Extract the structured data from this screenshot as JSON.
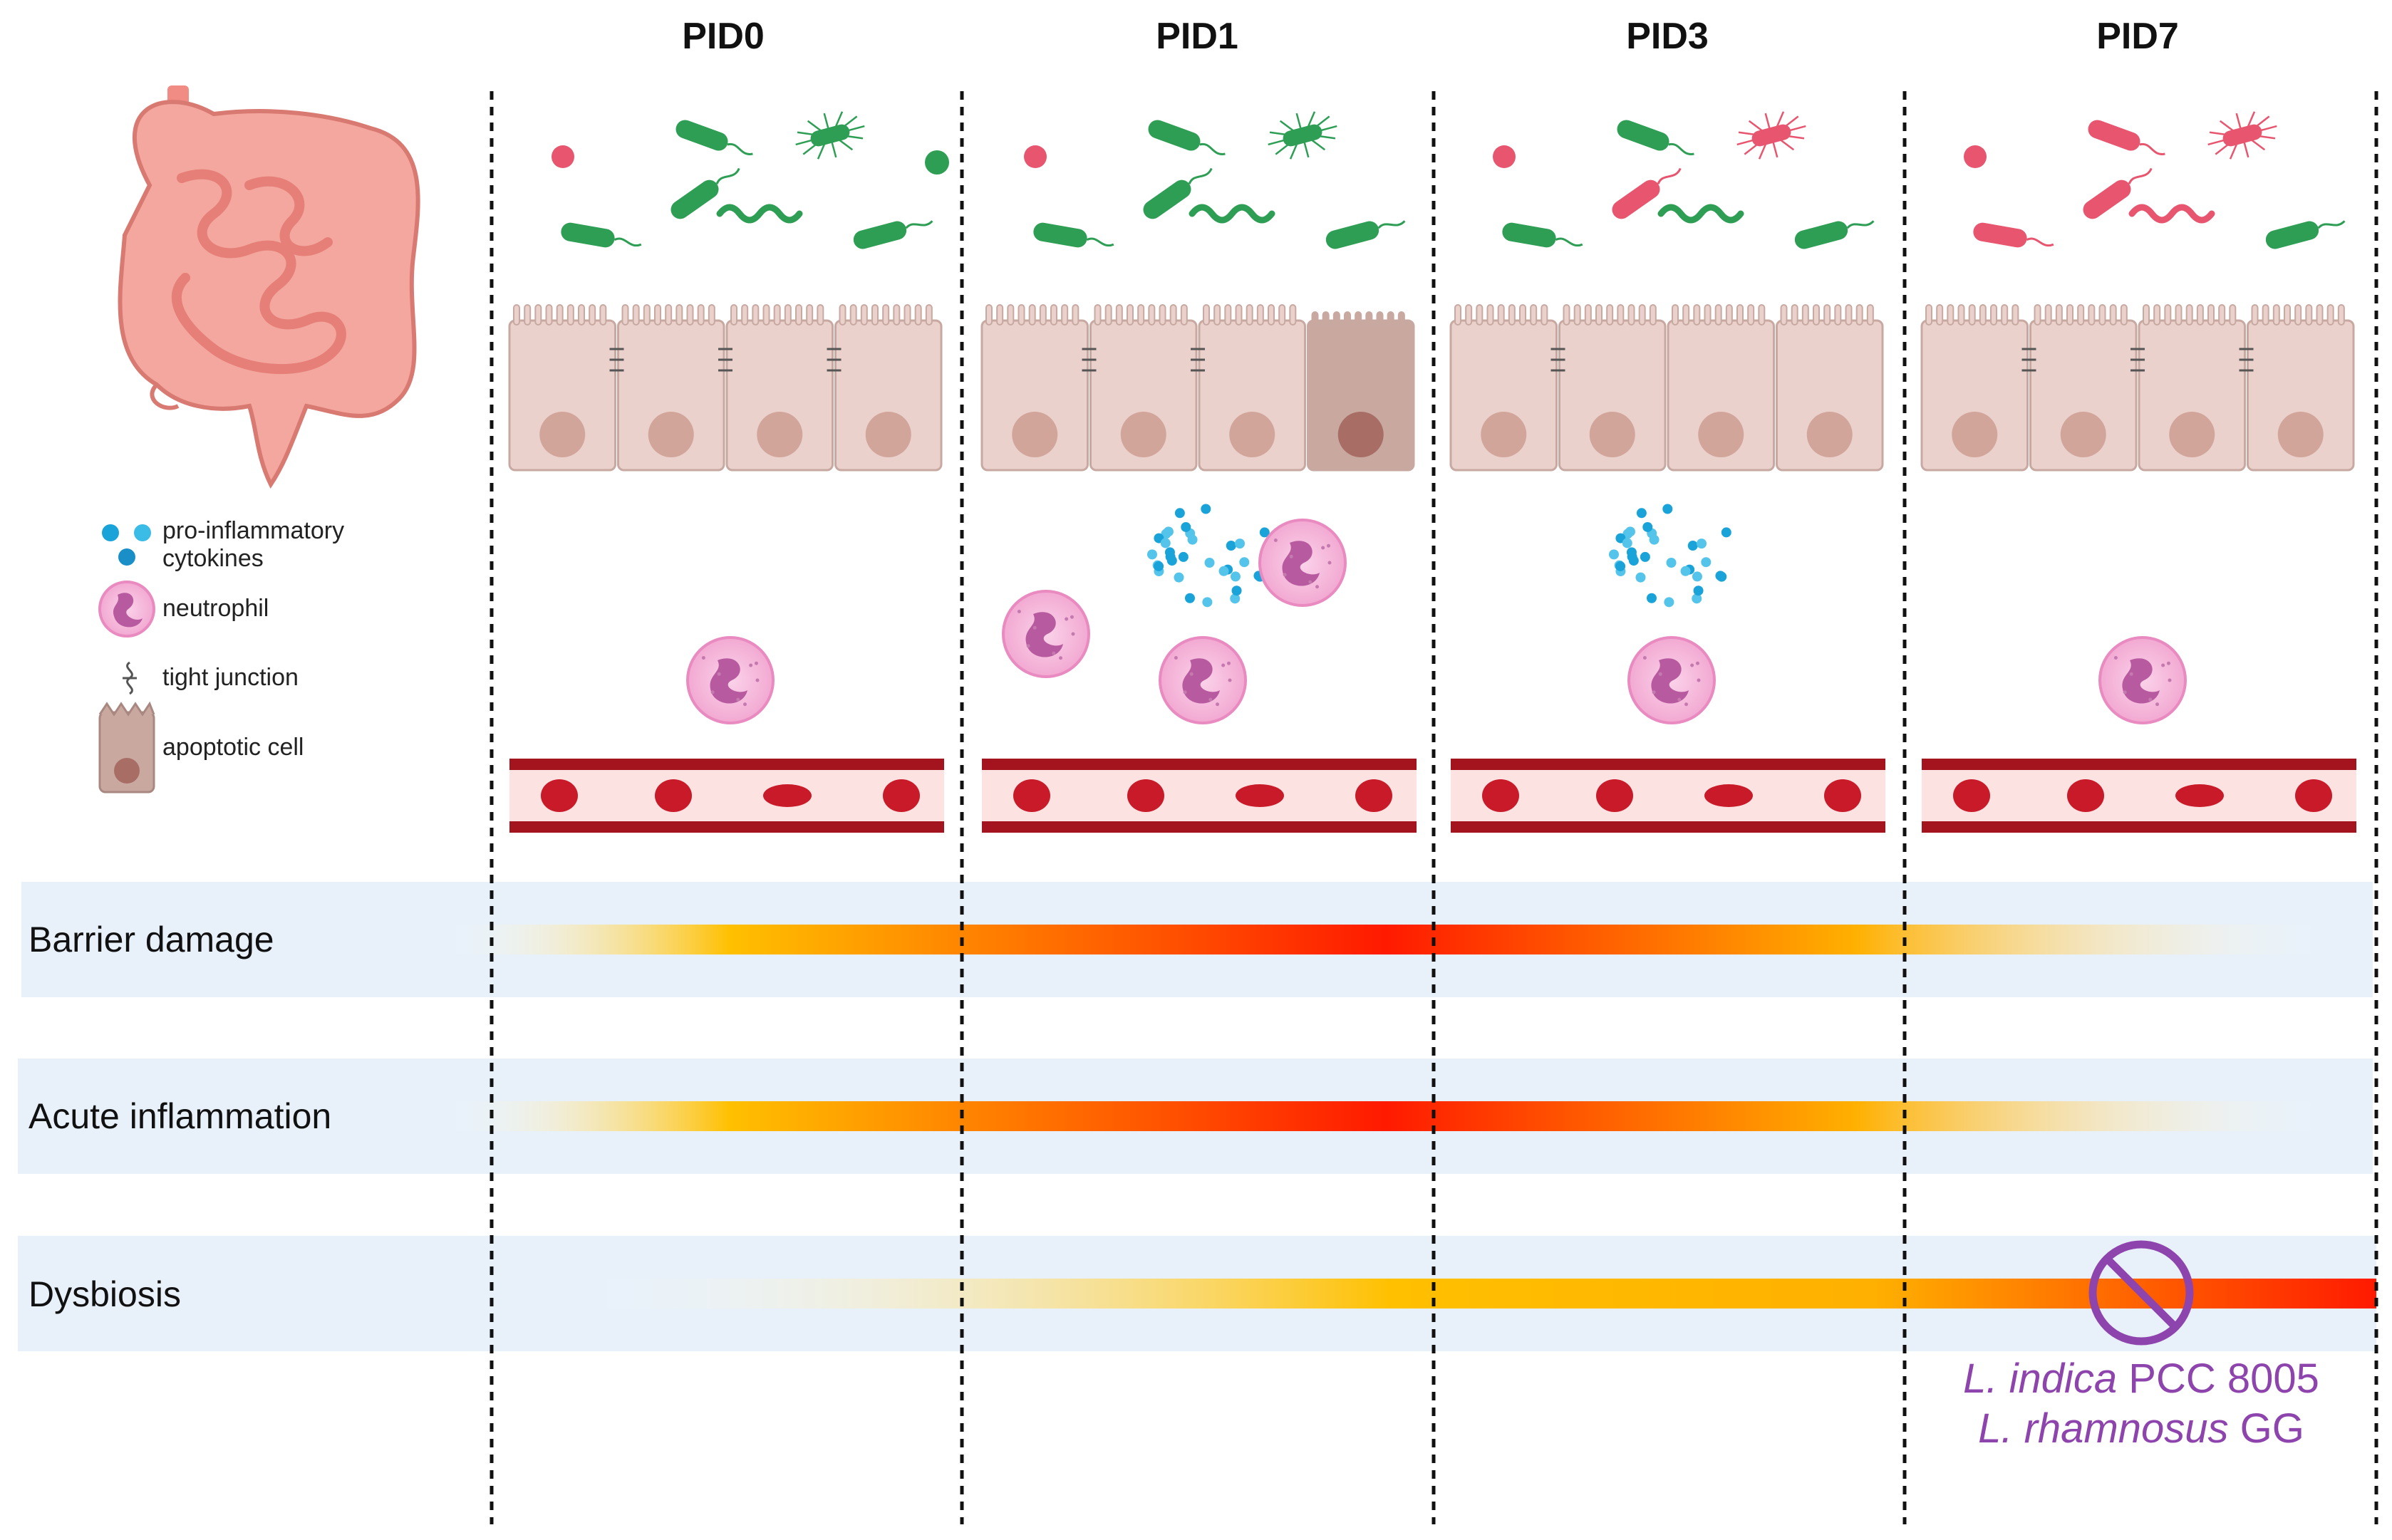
{
  "timepoints": [
    "PID0",
    "PID1",
    "PID3",
    "PID7"
  ],
  "legend": {
    "cytokines": [
      "pro-inflammatory",
      "cytokines"
    ],
    "neutrophil": "neutrophil",
    "tight_junction": "tight junction",
    "apoptotic_cell": "apoptotic cell"
  },
  "rows": [
    {
      "label": "Barrier damage",
      "peak": "PID1–PID3"
    },
    {
      "label": "Acute inflammation",
      "peak": "PID1–PID3"
    },
    {
      "label": "Dysbiosis",
      "peak": "PID7"
    }
  ],
  "treatment": {
    "strain1_italic": "L. indica",
    "strain1_rest": " PCC 8005",
    "strain2_italic": "L. rhamnosus",
    "strain2_rest": " GG"
  },
  "colors": {
    "healthy_bacteria": "#2e9e55",
    "pathobiont_bacteria": "#e8556f",
    "bar_peak": "#ff1a00",
    "bar_mid": "#ffc000",
    "row_band": "#e8f1fa",
    "treatment": "#8e44ad"
  }
}
